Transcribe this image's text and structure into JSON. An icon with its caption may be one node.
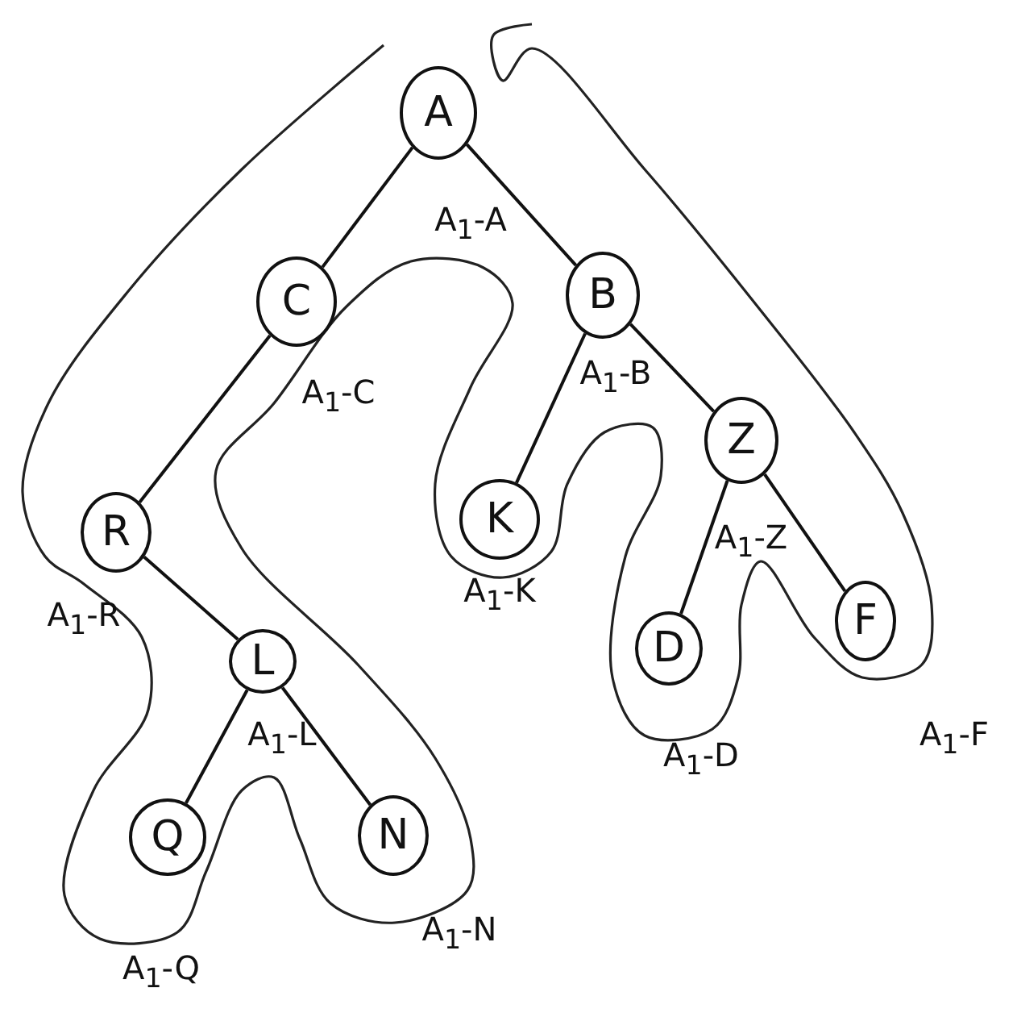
{
  "diagram": {
    "nodes": [
      {
        "text": [
          "A"
        ],
        "beside": [
          "A$_{1}$-A"
        ]
      },
      {
        "text": [
          "C"
        ],
        "beside": [
          "A$_{1}$-C"
        ]
      },
      {
        "text": [
          "B"
        ],
        "beside": [
          "A$_{1}$-B"
        ]
      },
      {
        "text": [
          "Z"
        ],
        "beside": [
          "A$_{1}$-Z"
        ]
      },
      {
        "text": [
          "K"
        ],
        "beside": [
          "A$_{1}$-K"
        ]
      },
      {
        "text": [
          "R"
        ],
        "beside": [
          "A$_{1}$-R"
        ]
      },
      {
        "text": [
          "L"
        ],
        "beside": [
          "A$_{1}$-L"
        ]
      },
      {
        "text": [
          "D"
        ],
        "beside": [
          "A$_{1}$-D"
        ]
      },
      {
        "text": [
          "F"
        ],
        "beside": [
          "A$_{1}$-F"
        ]
      },
      {
        "text": [
          "Q"
        ],
        "beside": [
          "A$_{1}$-Q"
        ]
      },
      {
        "text": [
          "N"
        ],
        "beside": [
          "A$_{1}$-N"
        ]
      }
    ],
    "edges": [
      {
        "from": 0,
        "to": 1,
        "arrow": "none"
      },
      {
        "from": 0,
        "to": 2,
        "arrow": "none"
      },
      {
        "from": 1,
        "to": 5,
        "arrow": "none"
      },
      {
        "from": 2,
        "to": 4,
        "arrow": "none"
      },
      {
        "from": 2,
        "to": 3,
        "arrow": "none"
      },
      {
        "from": 5,
        "to": 6,
        "arrow": "none"
      },
      {
        "from": 3,
        "to": 7,
        "arrow": "none"
      },
      {
        "from": 3,
        "to": 8,
        "arrow": "none"
      },
      {
        "from": 6,
        "to": 9,
        "arrow": "none"
      },
      {
        "from": 6,
        "to": 10,
        "arrow": "none"
      }
    ]
  }
}
